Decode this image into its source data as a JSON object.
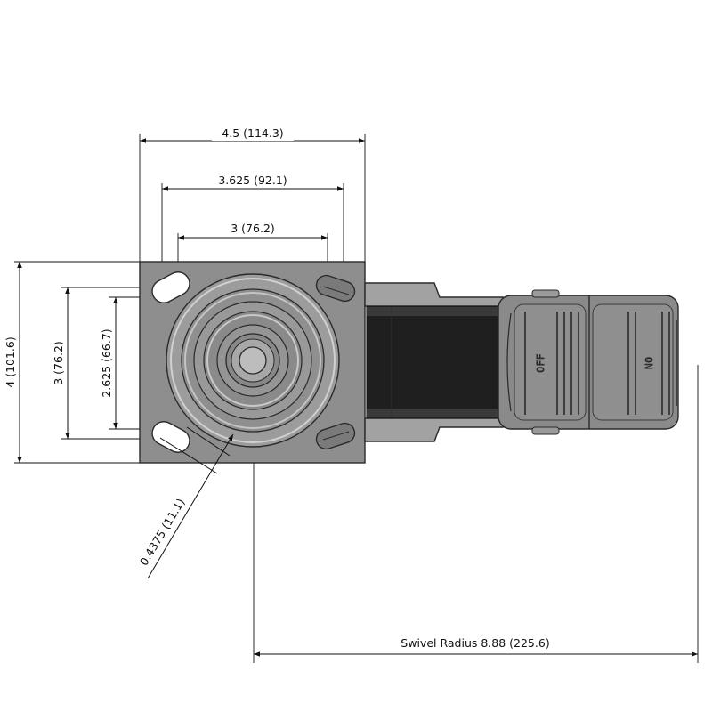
{
  "dimensions": {
    "overall_width": "4.5 (114.3)",
    "bolt_span_outer": "3.625 (92.1)",
    "bolt_span_inner": "3 (76.2)",
    "overall_length": "4 (101.6)",
    "bolt_length_outer": "3 (76.2)",
    "bolt_length_inner": "2.625 (66.7)",
    "bolt_hole": "0.4375 (11.1)",
    "swivel_radius": "Swivel Radius 8.88 (225.6)"
  },
  "brake": {
    "off_label": "OFF",
    "on_label": "ON"
  },
  "colors": {
    "plate": "#8e8e8e",
    "wheel": "#1f1f1f",
    "fork": "#9a9a9a",
    "brake_pedal": "#8a8a8a",
    "line": "#111111"
  }
}
